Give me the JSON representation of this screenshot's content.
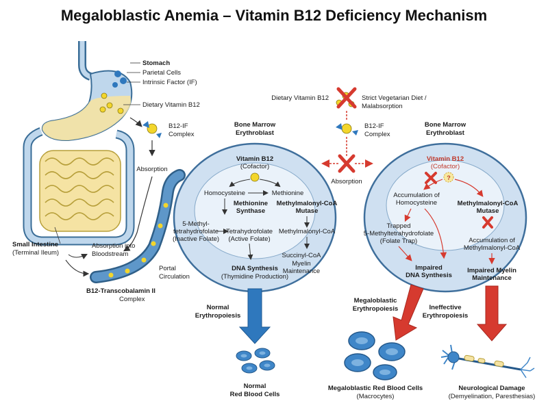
{
  "title": "Megaloblastic Anemia – Vitamin B12 Deficiency Mechanism",
  "left": {
    "stomach": "Stomach",
    "parietal": "Parietal Cells",
    "if": "Intrinsic Factor (IF)",
    "dietary": "Dietary Vitamin B12",
    "complex1": "B12-IF",
    "complex2": "Complex",
    "absorption": "Absorption",
    "si1": "Small Intestine",
    "si2": "(Terminal Ileum)",
    "abs_blood1": "Absorption into",
    "abs_blood2": "Bloodstream",
    "portal1": "Portal",
    "portal2": "Circulation",
    "tc1": "B12-Transcobalamin II",
    "tc2": "Complex"
  },
  "normal_cell": {
    "header1": "Bone Marrow",
    "header2": "Erythroblast",
    "b12": "Vitamin B12",
    "cofactor": "(Cofactor)",
    "homocysteine": "Homocysteine",
    "methionine": "Methionine",
    "ms1": "Methionine",
    "ms2": "Synthase",
    "mm1": "Methylmalonyl-CoA",
    "mm2": "Mutase",
    "mthf1": "5-Methyl-",
    "mthf2": "tetrahydrofolate",
    "mthf3": "(Inactive Folate)",
    "thf1": "Tetrahydrofolate",
    "thf2": "(Active Folate)",
    "mmcoa": "Methylmalonyl-CoA",
    "succ": "Succinyl-CoA",
    "myelin1": "Myelin",
    "myelin2": "Maintenance",
    "dna1": "DNA Synthesis",
    "dna2": "(Thymidine Production)",
    "ne1": "Normal",
    "ne2": "Erythropoiesis",
    "rbc1": "Normal",
    "rbc2": "Red Blood Cells"
  },
  "deficiency": {
    "dietary": "Dietary Vitamin B12",
    "strict1": "Strict Vegetarian Diet /",
    "strict2": "Malabsorption",
    "complex1": "B12-IF",
    "complex2": "Complex",
    "absorption": "Absorption"
  },
  "def_cell": {
    "header1": "Bone Marrow",
    "header2": "Erythroblast",
    "b12": "Vitamin B12",
    "cofactor": "(Cofactor)",
    "acc_h1": "Accumulation of",
    "acc_h2": "Homocysteine",
    "mm1": "Methylmalonyl-CoA",
    "mm2": "Mutase",
    "trap1": "Trapped",
    "trap2": "5-Methyltetrahydrofolate",
    "trap3": "(Folate Trap)",
    "acc_m1": "Accumulation of",
    "acc_m2": "Methylmalonyl-CoA",
    "idna1": "Impaired",
    "idna2": "DNA Synthesis",
    "imy1": "Impaired Myelin",
    "imy2": "Maintenance",
    "mega1": "Megaloblastic",
    "mega2": "Erythropoiesis",
    "ineff1": "Ineffective",
    "ineff2": "Erythropoiesis",
    "mrbc1": "Megaloblastic Red Blood Cells",
    "mrbc2": "(Macrocytes)",
    "neuro1": "Neurological Damage",
    "neuro2": "(Demyelination, Paresthesias)"
  },
  "colors": {
    "cell_fill": "#cfe0f1",
    "cell_stroke": "#3f6f9c",
    "blue_arrow": "#2f78bd",
    "red_arrow": "#d63a2f",
    "b12_yellow": "#f3d62c",
    "gut_yellow": "#f5e3a3"
  }
}
